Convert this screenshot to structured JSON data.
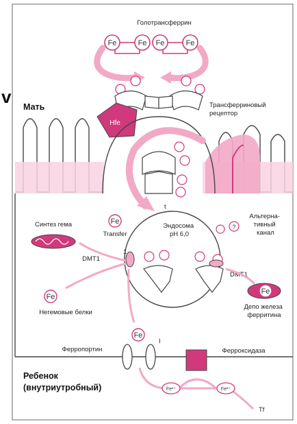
{
  "labels": {
    "holotransferrin": "Голотрансферрин",
    "mother": "Мать",
    "hfe": "Hfe",
    "tf_receptor": "Трансферриновый\nрецептор",
    "t_mark": "t",
    "heme_synthesis": "Синтез гема",
    "transfer": "Transfer",
    "endosome": "Эндосома\npH 6,0",
    "alt_channel": "Альтерна-\nтивный\nканал",
    "dmt1_left": "DMT1",
    "one_mark": "1",
    "dmt1_right": "DMT1",
    "nonheme_proteins": "Негемовые белки",
    "ferritin_depot": "Депо железа\nферритина",
    "ferroportin": "Ферропортин",
    "ferroxidase": "Ферроксидаза",
    "child": "Ребенок\n(внутриутробный)",
    "tf": "Tf",
    "ferroportin_mark": "I",
    "fe": "Fe",
    "fe_ion": "Fe²⁺",
    "question": "?",
    "arrow_mark": "v"
  },
  "colors": {
    "magenta": "#d03a7c",
    "pink": "#f2a9c6",
    "pale_pink": "#f8d2e2",
    "outline": "#444444"
  }
}
